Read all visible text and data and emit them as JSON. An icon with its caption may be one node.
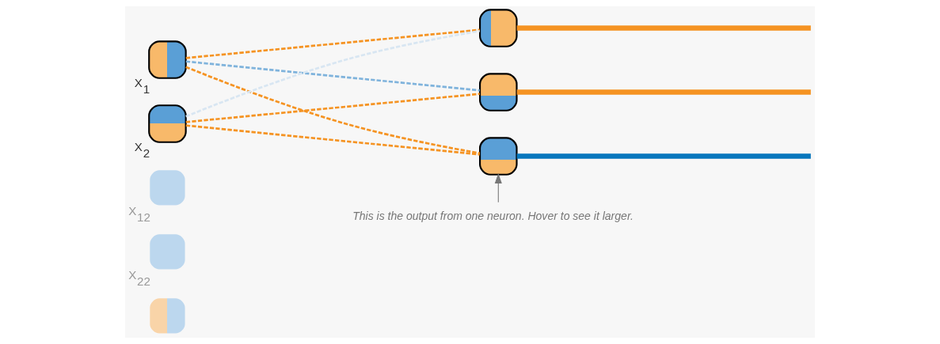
{
  "diagram": {
    "nodes": [
      {
        "text": [],
        "shape": "box",
        "beside": [
          "X$_{1}$"
        ]
      },
      {
        "text": [],
        "shape": "box",
        "beside": [
          "X$_{2}$"
        ]
      },
      {
        "text": [],
        "shape": "box",
        "beside": [
          "X$_{12}$"
        ]
      },
      {
        "text": [],
        "shape": "box",
        "beside": [
          "X$_{22}$"
        ]
      },
      {
        "text": [],
        "shape": "box"
      },
      {
        "text": [],
        "shape": "box"
      },
      {
        "text": [],
        "shape": "box"
      },
      {
        "text": [],
        "shape": "box"
      },
      {
        "text": [
          "This is the output from one neuron. Hover to see it larger."
        ]
      }
    ],
    "edges": [
      {
        "from": 0,
        "to": 5,
        "arrow": "none",
        "style": "dashed"
      },
      {
        "from": 0,
        "to": 6,
        "arrow": "none",
        "style": "dashed",
        "color": "#7fb3dc"
      },
      {
        "from": 0,
        "to": 7,
        "arrow": "none",
        "style": "dashed"
      },
      {
        "from": 1,
        "to": 5,
        "arrow": "none",
        "style": "dashed",
        "color": "#d8e6f2"
      },
      {
        "from": 1,
        "to": 6,
        "arrow": "none",
        "style": "dashed"
      },
      {
        "from": 1,
        "to": 7,
        "arrow": "none",
        "style": "dashed"
      },
      {
        "from": 5,
        "to": null,
        "arrow": "none",
        "style": "thick"
      },
      {
        "from": 6,
        "to": null,
        "arrow": "none",
        "style": "thick"
      },
      {
        "from": 7,
        "to": null,
        "arrow": "none",
        "style": "thick",
        "color": "#0877bd"
      },
      {
        "from": 8,
        "to": 7,
        "arrow": "to",
        "color": "#777777"
      }
    ]
  }
}
